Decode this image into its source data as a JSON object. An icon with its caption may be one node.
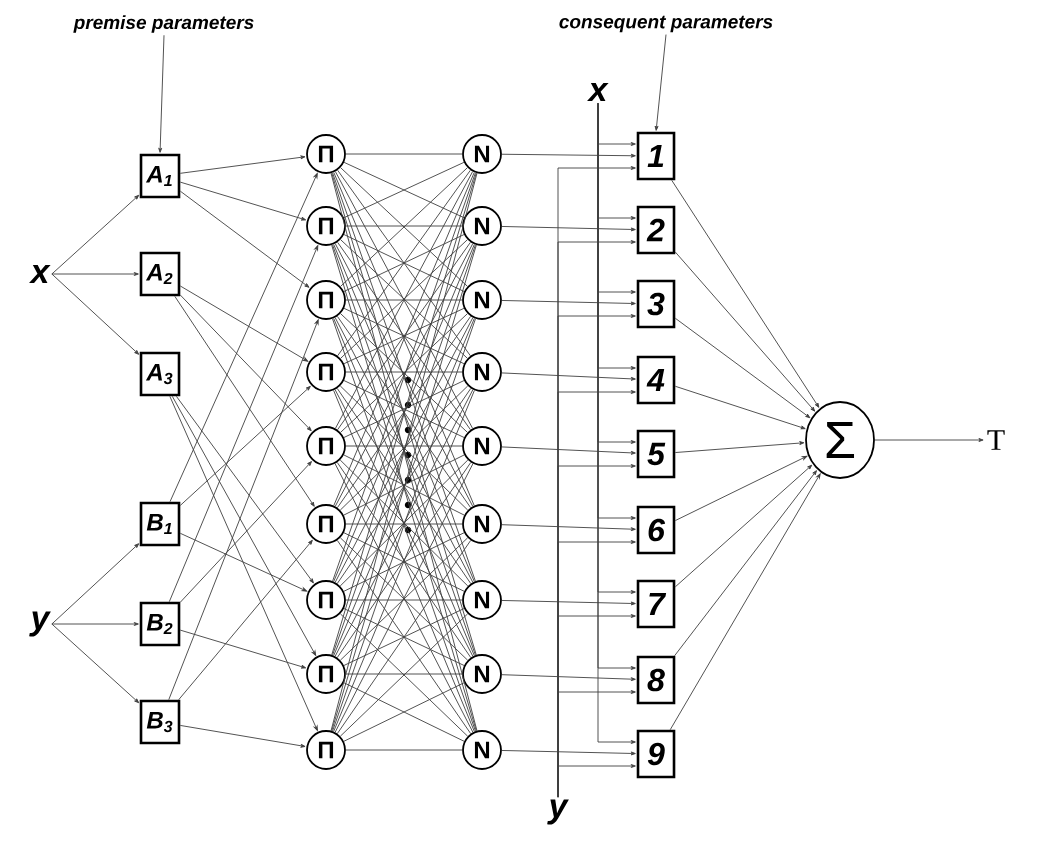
{
  "diagram": {
    "nodes": [
      {
        "text": [
          "premise parameters"
        ]
      },
      {
        "text": [
          "consequent parameters"
        ]
      },
      {
        "text": [
          "x"
        ]
      },
      {
        "text": [
          "y"
        ]
      },
      {
        "text": [
          "A$_{1}$"
        ]
      },
      {
        "text": [
          "A$_{2}$"
        ]
      },
      {
        "text": [
          "A$_{3}$"
        ]
      },
      {
        "text": [
          "B$_{1}$"
        ]
      },
      {
        "text": [
          "B$_{2}$"
        ]
      },
      {
        "text": [
          "B$_{3}$"
        ]
      },
      {
        "text": [
          "Π"
        ]
      },
      {
        "text": [
          "Π"
        ]
      },
      {
        "text": [
          "Π"
        ]
      },
      {
        "text": [
          "Π"
        ]
      },
      {
        "text": [
          "Π"
        ]
      },
      {
        "text": [
          "Π"
        ]
      },
      {
        "text": [
          "Π"
        ]
      },
      {
        "text": [
          "Π"
        ]
      },
      {
        "text": [
          "Π"
        ]
      },
      {
        "text": [
          "N"
        ]
      },
      {
        "text": [
          "N"
        ]
      },
      {
        "text": [
          "N"
        ]
      },
      {
        "text": [
          "N"
        ]
      },
      {
        "text": [
          "N"
        ]
      },
      {
        "text": [
          "N"
        ]
      },
      {
        "text": [
          "N"
        ]
      },
      {
        "text": [
          "N"
        ]
      },
      {
        "text": [
          "N"
        ]
      },
      {
        "text": [
          "1"
        ]
      },
      {
        "text": [
          "2"
        ]
      },
      {
        "text": [
          "3"
        ]
      },
      {
        "text": [
          "4"
        ]
      },
      {
        "text": [
          "5"
        ]
      },
      {
        "text": [
          "6"
        ]
      },
      {
        "text": [
          "7"
        ]
      },
      {
        "text": [
          "8"
        ]
      },
      {
        "text": [
          "9"
        ]
      },
      {
        "text": [
          "Σ"
        ]
      },
      {
        "text": [
          "T"
        ]
      },
      {
        "text": [
          "x"
        ]
      },
      {
        "text": [
          "y"
        ]
      }
    ],
    "edges": [
      {
        "from": 0,
        "to": 4,
        "arrow": "to"
      },
      {
        "from": 1,
        "to": 28,
        "arrow": "to"
      },
      {
        "from": 2,
        "to": 4,
        "arrow": "to"
      },
      {
        "from": 2,
        "to": 5,
        "arrow": "to"
      },
      {
        "from": 2,
        "to": 6,
        "arrow": "to"
      },
      {
        "from": 3,
        "to": 7,
        "arrow": "to"
      },
      {
        "from": 3,
        "to": 8,
        "arrow": "to"
      },
      {
        "from": 3,
        "to": 9,
        "arrow": "to"
      },
      {
        "from": 4,
        "to": 10,
        "arrow": "to"
      },
      {
        "from": 4,
        "to": 11,
        "arrow": "to"
      },
      {
        "from": 4,
        "to": 12,
        "arrow": "to"
      },
      {
        "from": 5,
        "to": 13,
        "arrow": "to"
      },
      {
        "from": 5,
        "to": 14,
        "arrow": "to"
      },
      {
        "from": 5,
        "to": 15,
        "arrow": "to"
      },
      {
        "from": 6,
        "to": 16,
        "arrow": "to"
      },
      {
        "from": 6,
        "to": 17,
        "arrow": "to"
      },
      {
        "from": 6,
        "to": 18,
        "arrow": "to"
      },
      {
        "from": 7,
        "to": 10,
        "arrow": "to"
      },
      {
        "from": 7,
        "to": 13,
        "arrow": "to"
      },
      {
        "from": 7,
        "to": 16,
        "arrow": "to"
      },
      {
        "from": 8,
        "to": 11,
        "arrow": "to"
      },
      {
        "from": 8,
        "to": 14,
        "arrow": "to"
      },
      {
        "from": 8,
        "to": 17,
        "arrow": "to"
      },
      {
        "from": 9,
        "to": 12,
        "arrow": "to"
      },
      {
        "from": 9,
        "to": 15,
        "arrow": "to"
      },
      {
        "from": 9,
        "to": 18,
        "arrow": "to"
      },
      {
        "from": 10,
        "to": 19,
        "arrow": "none"
      },
      {
        "from": 10,
        "to": 20,
        "arrow": "none"
      },
      {
        "from": 10,
        "to": 21,
        "arrow": "none"
      },
      {
        "from": 10,
        "to": 22,
        "arrow": "none"
      },
      {
        "from": 10,
        "to": 23,
        "arrow": "none"
      },
      {
        "from": 10,
        "to": 24,
        "arrow": "none"
      },
      {
        "from": 10,
        "to": 25,
        "arrow": "none"
      },
      {
        "from": 10,
        "to": 26,
        "arrow": "none"
      },
      {
        "from": 10,
        "to": 27,
        "arrow": "none"
      },
      {
        "from": 11,
        "to": 19,
        "arrow": "none"
      },
      {
        "from": 11,
        "to": 20,
        "arrow": "none"
      },
      {
        "from": 11,
        "to": 21,
        "arrow": "none"
      },
      {
        "from": 11,
        "to": 22,
        "arrow": "none"
      },
      {
        "from": 11,
        "to": 23,
        "arrow": "none"
      },
      {
        "from": 11,
        "to": 24,
        "arrow": "none"
      },
      {
        "from": 11,
        "to": 25,
        "arrow": "none"
      },
      {
        "from": 11,
        "to": 26,
        "arrow": "none"
      },
      {
        "from": 11,
        "to": 27,
        "arrow": "none"
      },
      {
        "from": 12,
        "to": 19,
        "arrow": "none"
      },
      {
        "from": 12,
        "to": 20,
        "arrow": "none"
      },
      {
        "from": 12,
        "to": 21,
        "arrow": "none"
      },
      {
        "from": 12,
        "to": 22,
        "arrow": "none"
      },
      {
        "from": 12,
        "to": 23,
        "arrow": "none"
      },
      {
        "from": 12,
        "to": 24,
        "arrow": "none"
      },
      {
        "from": 12,
        "to": 25,
        "arrow": "none"
      },
      {
        "from": 12,
        "to": 26,
        "arrow": "none"
      },
      {
        "from": 12,
        "to": 27,
        "arrow": "none"
      },
      {
        "from": 13,
        "to": 19,
        "arrow": "none"
      },
      {
        "from": 13,
        "to": 20,
        "arrow": "none"
      },
      {
        "from": 13,
        "to": 21,
        "arrow": "none"
      },
      {
        "from": 13,
        "to": 22,
        "arrow": "none"
      },
      {
        "from": 13,
        "to": 23,
        "arrow": "none"
      },
      {
        "from": 13,
        "to": 24,
        "arrow": "none"
      },
      {
        "from": 13,
        "to": 25,
        "arrow": "none"
      },
      {
        "from": 13,
        "to": 26,
        "arrow": "none"
      },
      {
        "from": 13,
        "to": 27,
        "arrow": "none"
      },
      {
        "from": 14,
        "to": 19,
        "arrow": "none"
      },
      {
        "from": 14,
        "to": 20,
        "arrow": "none"
      },
      {
        "from": 14,
        "to": 21,
        "arrow": "none"
      },
      {
        "from": 14,
        "to": 22,
        "arrow": "none"
      },
      {
        "from": 14,
        "to": 23,
        "arrow": "none"
      },
      {
        "from": 14,
        "to": 24,
        "arrow": "none"
      },
      {
        "from": 14,
        "to": 25,
        "arrow": "none"
      },
      {
        "from": 14,
        "to": 26,
        "arrow": "none"
      },
      {
        "from": 14,
        "to": 27,
        "arrow": "none"
      },
      {
        "from": 15,
        "to": 19,
        "arrow": "none"
      },
      {
        "from": 15,
        "to": 20,
        "arrow": "none"
      },
      {
        "from": 15,
        "to": 21,
        "arrow": "none"
      },
      {
        "from": 15,
        "to": 22,
        "arrow": "none"
      },
      {
        "from": 15,
        "to": 23,
        "arrow": "none"
      },
      {
        "from": 15,
        "to": 24,
        "arrow": "none"
      },
      {
        "from": 15,
        "to": 25,
        "arrow": "none"
      },
      {
        "from": 15,
        "to": 26,
        "arrow": "none"
      },
      {
        "from": 15,
        "to": 27,
        "arrow": "none"
      },
      {
        "from": 16,
        "to": 19,
        "arrow": "none"
      },
      {
        "from": 16,
        "to": 20,
        "arrow": "none"
      },
      {
        "from": 16,
        "to": 21,
        "arrow": "none"
      },
      {
        "from": 16,
        "to": 22,
        "arrow": "none"
      },
      {
        "from": 16,
        "to": 23,
        "arrow": "none"
      },
      {
        "from": 16,
        "to": 24,
        "arrow": "none"
      },
      {
        "from": 16,
        "to": 25,
        "arrow": "none"
      },
      {
        "from": 16,
        "to": 26,
        "arrow": "none"
      },
      {
        "from": 16,
        "to": 27,
        "arrow": "none"
      },
      {
        "from": 17,
        "to": 19,
        "arrow": "none"
      },
      {
        "from": 17,
        "to": 20,
        "arrow": "none"
      },
      {
        "from": 17,
        "to": 21,
        "arrow": "none"
      },
      {
        "from": 17,
        "to": 22,
        "arrow": "none"
      },
      {
        "from": 17,
        "to": 23,
        "arrow": "none"
      },
      {
        "from": 17,
        "to": 24,
        "arrow": "none"
      },
      {
        "from": 17,
        "to": 25,
        "arrow": "none"
      },
      {
        "from": 17,
        "to": 26,
        "arrow": "none"
      },
      {
        "from": 17,
        "to": 27,
        "arrow": "none"
      },
      {
        "from": 18,
        "to": 19,
        "arrow": "none"
      },
      {
        "from": 18,
        "to": 20,
        "arrow": "none"
      },
      {
        "from": 18,
        "to": 21,
        "arrow": "none"
      },
      {
        "from": 18,
        "to": 22,
        "arrow": "none"
      },
      {
        "from": 18,
        "to": 23,
        "arrow": "none"
      },
      {
        "from": 18,
        "to": 24,
        "arrow": "none"
      },
      {
        "from": 18,
        "to": 25,
        "arrow": "none"
      },
      {
        "from": 18,
        "to": 26,
        "arrow": "none"
      },
      {
        "from": 18,
        "to": 27,
        "arrow": "none"
      },
      {
        "from": 19,
        "to": 28,
        "arrow": "to"
      },
      {
        "from": 20,
        "to": 29,
        "arrow": "to"
      },
      {
        "from": 21,
        "to": 30,
        "arrow": "to"
      },
      {
        "from": 22,
        "to": 31,
        "arrow": "to"
      },
      {
        "from": 23,
        "to": 32,
        "arrow": "to"
      },
      {
        "from": 24,
        "to": 33,
        "arrow": "to"
      },
      {
        "from": 25,
        "to": 34,
        "arrow": "to"
      },
      {
        "from": 26,
        "to": 35,
        "arrow": "to"
      },
      {
        "from": 27,
        "to": 36,
        "arrow": "to"
      },
      {
        "from": 39,
        "to": 28,
        "arrow": "to"
      },
      {
        "from": 39,
        "to": 29,
        "arrow": "to"
      },
      {
        "from": 39,
        "to": 30,
        "arrow": "to"
      },
      {
        "from": 39,
        "to": 31,
        "arrow": "to"
      },
      {
        "from": 39,
        "to": 32,
        "arrow": "to"
      },
      {
        "from": 39,
        "to": 33,
        "arrow": "to"
      },
      {
        "from": 39,
        "to": 34,
        "arrow": "to"
      },
      {
        "from": 39,
        "to": 35,
        "arrow": "to"
      },
      {
        "from": 39,
        "to": 36,
        "arrow": "to"
      },
      {
        "from": 40,
        "to": 28,
        "arrow": "to"
      },
      {
        "from": 40,
        "to": 29,
        "arrow": "to"
      },
      {
        "from": 40,
        "to": 30,
        "arrow": "to"
      },
      {
        "from": 40,
        "to": 31,
        "arrow": "to"
      },
      {
        "from": 40,
        "to": 32,
        "arrow": "to"
      },
      {
        "from": 40,
        "to": 33,
        "arrow": "to"
      },
      {
        "from": 40,
        "to": 34,
        "arrow": "to"
      },
      {
        "from": 40,
        "to": 35,
        "arrow": "to"
      },
      {
        "from": 40,
        "to": 36,
        "arrow": "to"
      },
      {
        "from": 28,
        "to": 37,
        "arrow": "to"
      },
      {
        "from": 29,
        "to": 37,
        "arrow": "to"
      },
      {
        "from": 30,
        "to": 37,
        "arrow": "to"
      },
      {
        "from": 31,
        "to": 37,
        "arrow": "to"
      },
      {
        "from": 32,
        "to": 37,
        "arrow": "to"
      },
      {
        "from": 33,
        "to": 37,
        "arrow": "to"
      },
      {
        "from": 34,
        "to": 37,
        "arrow": "to"
      },
      {
        "from": 35,
        "to": 37,
        "arrow": "to"
      },
      {
        "from": 36,
        "to": 37,
        "arrow": "to"
      },
      {
        "from": 37,
        "to": 38,
        "arrow": "to"
      }
    ]
  }
}
